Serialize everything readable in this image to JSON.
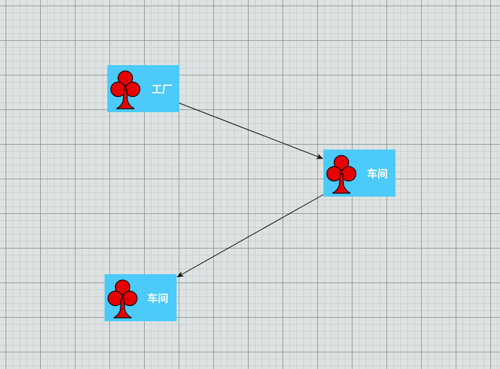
{
  "colors": {
    "node_fill": "#4ccaf9",
    "icon_fill": "#e60000",
    "icon_stroke": "#000000",
    "label_text": "#ffffff",
    "edge": "#000000",
    "canvas_bg": "#dde3e2"
  },
  "nodes": [
    {
      "id": "factory",
      "label": "工厂",
      "icon": "club-icon"
    },
    {
      "id": "workshop-1",
      "label": "车间",
      "icon": "club-icon"
    },
    {
      "id": "workshop-2",
      "label": "车间",
      "icon": "club-icon"
    }
  ],
  "edges": [
    {
      "from": "factory",
      "to": "workshop-1"
    },
    {
      "from": "workshop-1",
      "to": "workshop-2"
    }
  ]
}
